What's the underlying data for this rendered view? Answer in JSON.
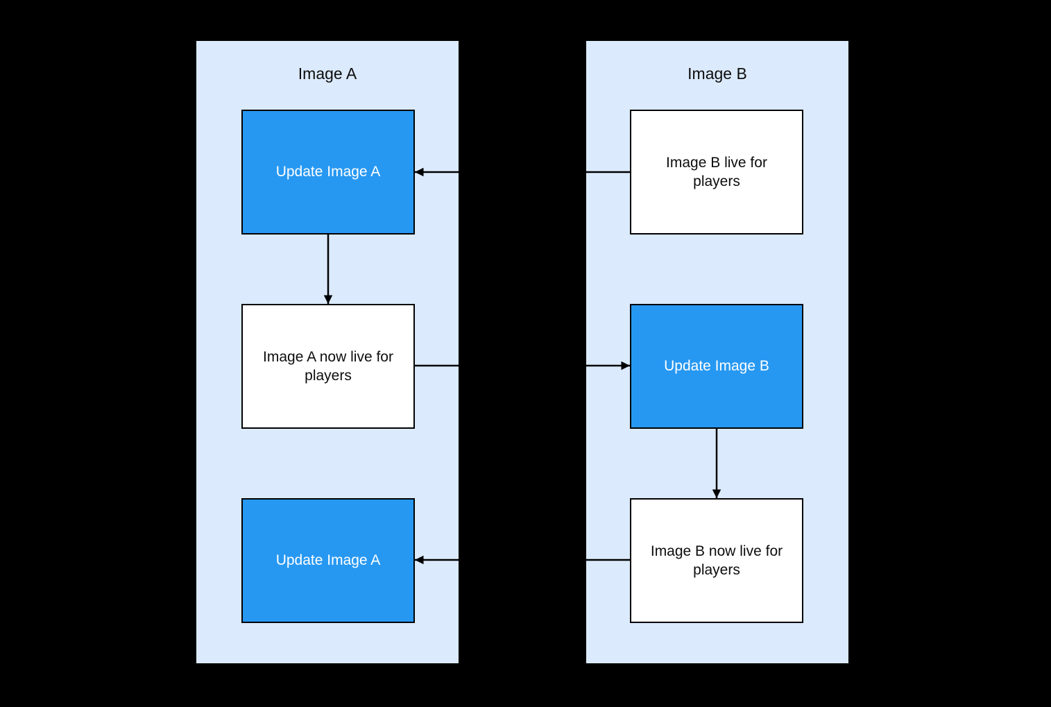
{
  "colors": {
    "background": "#000000",
    "panel-fill": "#dbeafc",
    "accent-blue": "#2798f2",
    "line": "#000000",
    "text-dark": "#0d0d0d",
    "text-light": "#ffffff"
  },
  "panels": [
    {
      "title": "Image A",
      "nodes": [
        {
          "label": "Update Image A",
          "variant": "accent"
        },
        {
          "label": "Image A now live for players",
          "variant": "plain"
        },
        {
          "label": "Update Image A",
          "variant": "accent"
        }
      ]
    },
    {
      "title": "Image B",
      "nodes": [
        {
          "label": "Image B live for players",
          "variant": "plain"
        },
        {
          "label": "Update Image B",
          "variant": "accent"
        },
        {
          "label": "Image B now live for players",
          "variant": "plain"
        }
      ]
    }
  ],
  "connectors": [
    {
      "from": "Image B live for players",
      "to": "Update Image A (top)",
      "direction": "left"
    },
    {
      "from": "Update Image A (top)",
      "to": "Image A now live for players",
      "direction": "down"
    },
    {
      "from": "Image A now live for players",
      "to": "Update Image B",
      "direction": "right"
    },
    {
      "from": "Update Image B",
      "to": "Image B now live for players",
      "direction": "down"
    },
    {
      "from": "Image B now live for players",
      "to": "Update Image A (bottom)",
      "direction": "left"
    }
  ]
}
